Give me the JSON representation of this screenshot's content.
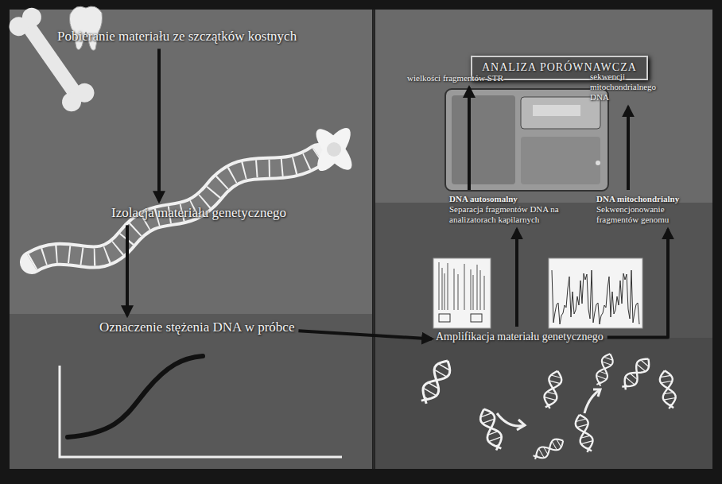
{
  "diagram": {
    "nodes": [
      {
        "text": [
          "Pobieranie materiału ze szczątków kostnych"
        ]
      },
      {
        "text": [
          "Izolacja materiału genetycznego"
        ]
      },
      {
        "text": [
          "Oznaczenie stężenia DNA w próbce"
        ]
      },
      {
        "text": [
          "ANALIZA PORÓWNAWCZA"
        ]
      },
      {
        "text": [
          "wielkości fragmentów STR"
        ]
      },
      {
        "text": [
          "sekwencji mitochondrialnego DNA"
        ]
      },
      {
        "text": [
          "DNA autosomalny",
          "Separacja fragmentów DNA na analizatorach kapilarnych"
        ]
      },
      {
        "text": [
          "DNA mitochondrialny",
          "Sekwencjonowanie fragmentów genomu"
        ]
      },
      {
        "text": [
          "Amplifikacja materiału genetycznego"
        ]
      }
    ],
    "edges": [
      {
        "from": 0,
        "to": 1,
        "arrow": "to"
      },
      {
        "from": 1,
        "to": 2,
        "arrow": "to"
      },
      {
        "from": 2,
        "to": 8,
        "arrow": "to"
      },
      {
        "from": 8,
        "to": 6,
        "arrow": "to"
      },
      {
        "from": 8,
        "to": 7,
        "arrow": "to"
      },
      {
        "from": 6,
        "to": 4,
        "arrow": "to"
      },
      {
        "from": 7,
        "to": 5,
        "arrow": "to"
      }
    ]
  }
}
